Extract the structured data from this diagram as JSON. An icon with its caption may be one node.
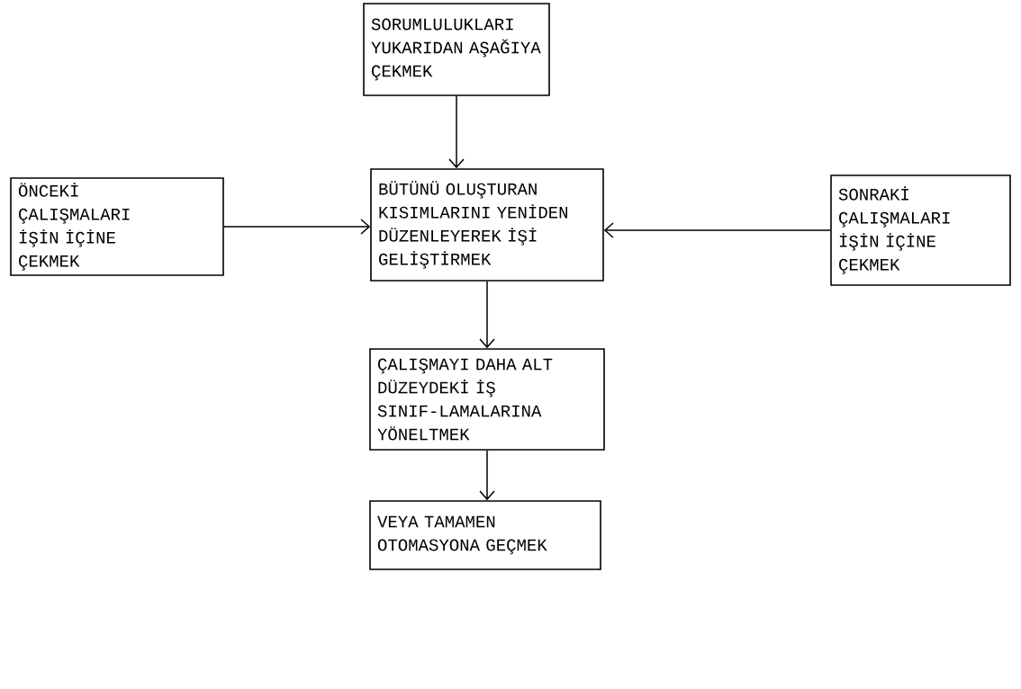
{
  "diagram": {
    "nodes": [
      {
        "text": [
          "SORUMLULUKLARI YUKARIDAN AŞAĞIYA ÇEKMEK"
        ]
      },
      {
        "text": [
          "ÖNCEKİ ÇALIŞMALARI İŞİN İÇİNE ÇEKMEK"
        ]
      },
      {
        "text": [
          "BÜTÜNÜ OLUŞTURAN KISIMLARINI YENİDEN DÜZENLEYEREK İŞİ GELİŞTİRMEK"
        ]
      },
      {
        "text": [
          "SONRAKİ ÇALIŞMALARI İŞİN İÇİNE ÇEKMEK"
        ]
      },
      {
        "text": [
          "ÇALIŞMAYI DAHA ALT DÜZEYDEKİ İŞ SINIF-LAMALARINA YÖNELTMEK"
        ]
      },
      {
        "text": [
          "VEYA TAMAMEN OTOMASYONA GEÇMEK"
        ]
      }
    ],
    "edges": [
      {
        "from": 0,
        "to": 2,
        "arrow": "to"
      },
      {
        "from": 1,
        "to": 2,
        "arrow": "to"
      },
      {
        "from": 3,
        "to": 2,
        "arrow": "to"
      },
      {
        "from": 2,
        "to": 4,
        "arrow": "to"
      },
      {
        "from": 4,
        "to": 5,
        "arrow": "to"
      }
    ]
  }
}
